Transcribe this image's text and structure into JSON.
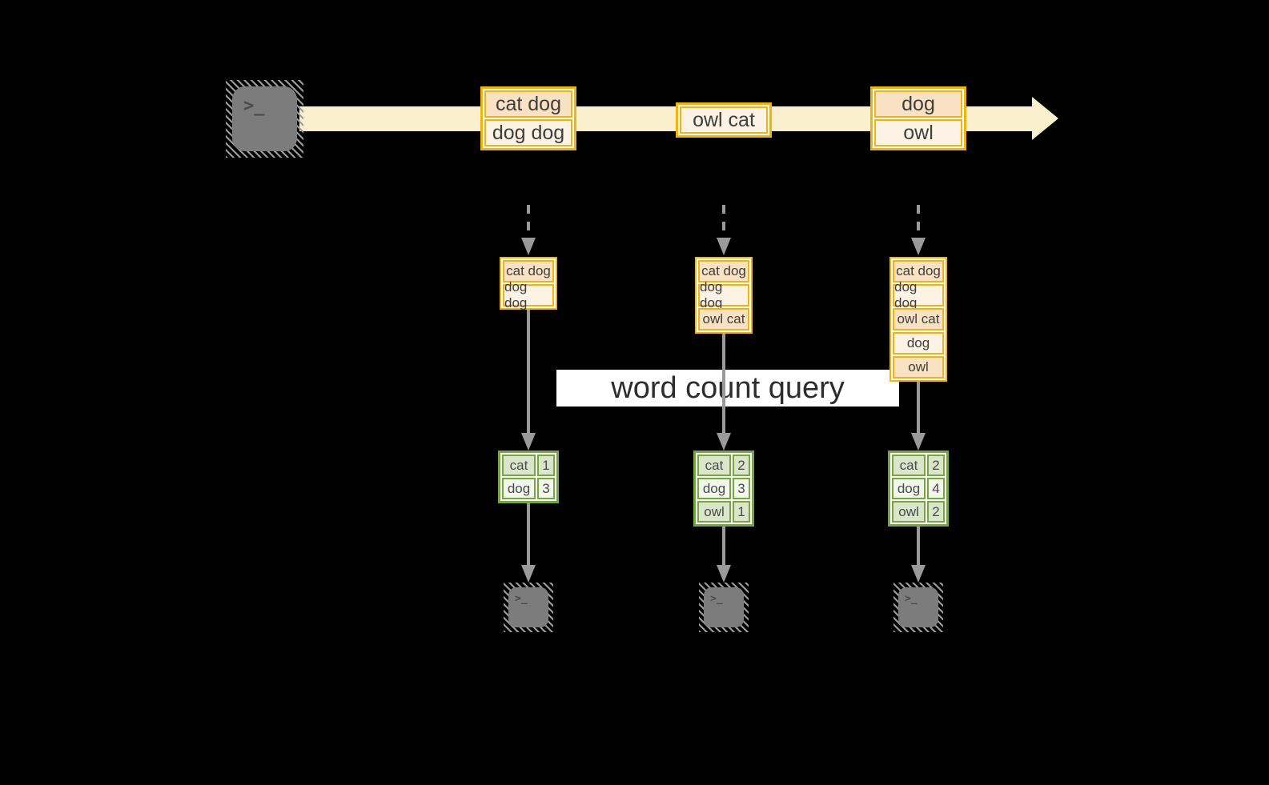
{
  "query_label": "word count query",
  "icons": {
    "terminal_glyph": ">_"
  },
  "colors": {
    "background": "#000000",
    "stream_band": "#faf0cd",
    "orange_border": "#f1b30e",
    "peach_fill": "#f9e2c4",
    "cream_fill": "#fdf3e4",
    "green_border": "#76a73f",
    "green_dark_fill": "#d9e6ca",
    "green_light_fill": "#f2f6ec",
    "arrow_gray": "#9a9a9a",
    "terminal_gray": "#7c7c7c",
    "query_band": "#ffffff"
  },
  "stream": {
    "groups": [
      {
        "rows": [
          "cat dog",
          "dog dog"
        ]
      },
      {
        "rows": [
          "owl cat"
        ]
      },
      {
        "rows": [
          "dog",
          "owl"
        ]
      }
    ]
  },
  "logs": [
    {
      "rows": [
        "cat dog",
        "dog dog"
      ]
    },
    {
      "rows": [
        "cat dog",
        "dog dog",
        "owl cat"
      ]
    },
    {
      "rows": [
        "cat dog",
        "dog dog",
        "owl cat",
        "dog",
        "owl"
      ]
    }
  ],
  "tables": [
    {
      "rows": [
        {
          "word": "cat",
          "count": "1"
        },
        {
          "word": "dog",
          "count": "3"
        }
      ]
    },
    {
      "rows": [
        {
          "word": "cat",
          "count": "2"
        },
        {
          "word": "dog",
          "count": "3"
        },
        {
          "word": "owl",
          "count": "1"
        }
      ]
    },
    {
      "rows": [
        {
          "word": "cat",
          "count": "2"
        },
        {
          "word": "dog",
          "count": "4"
        },
        {
          "word": "owl",
          "count": "2"
        }
      ]
    }
  ]
}
